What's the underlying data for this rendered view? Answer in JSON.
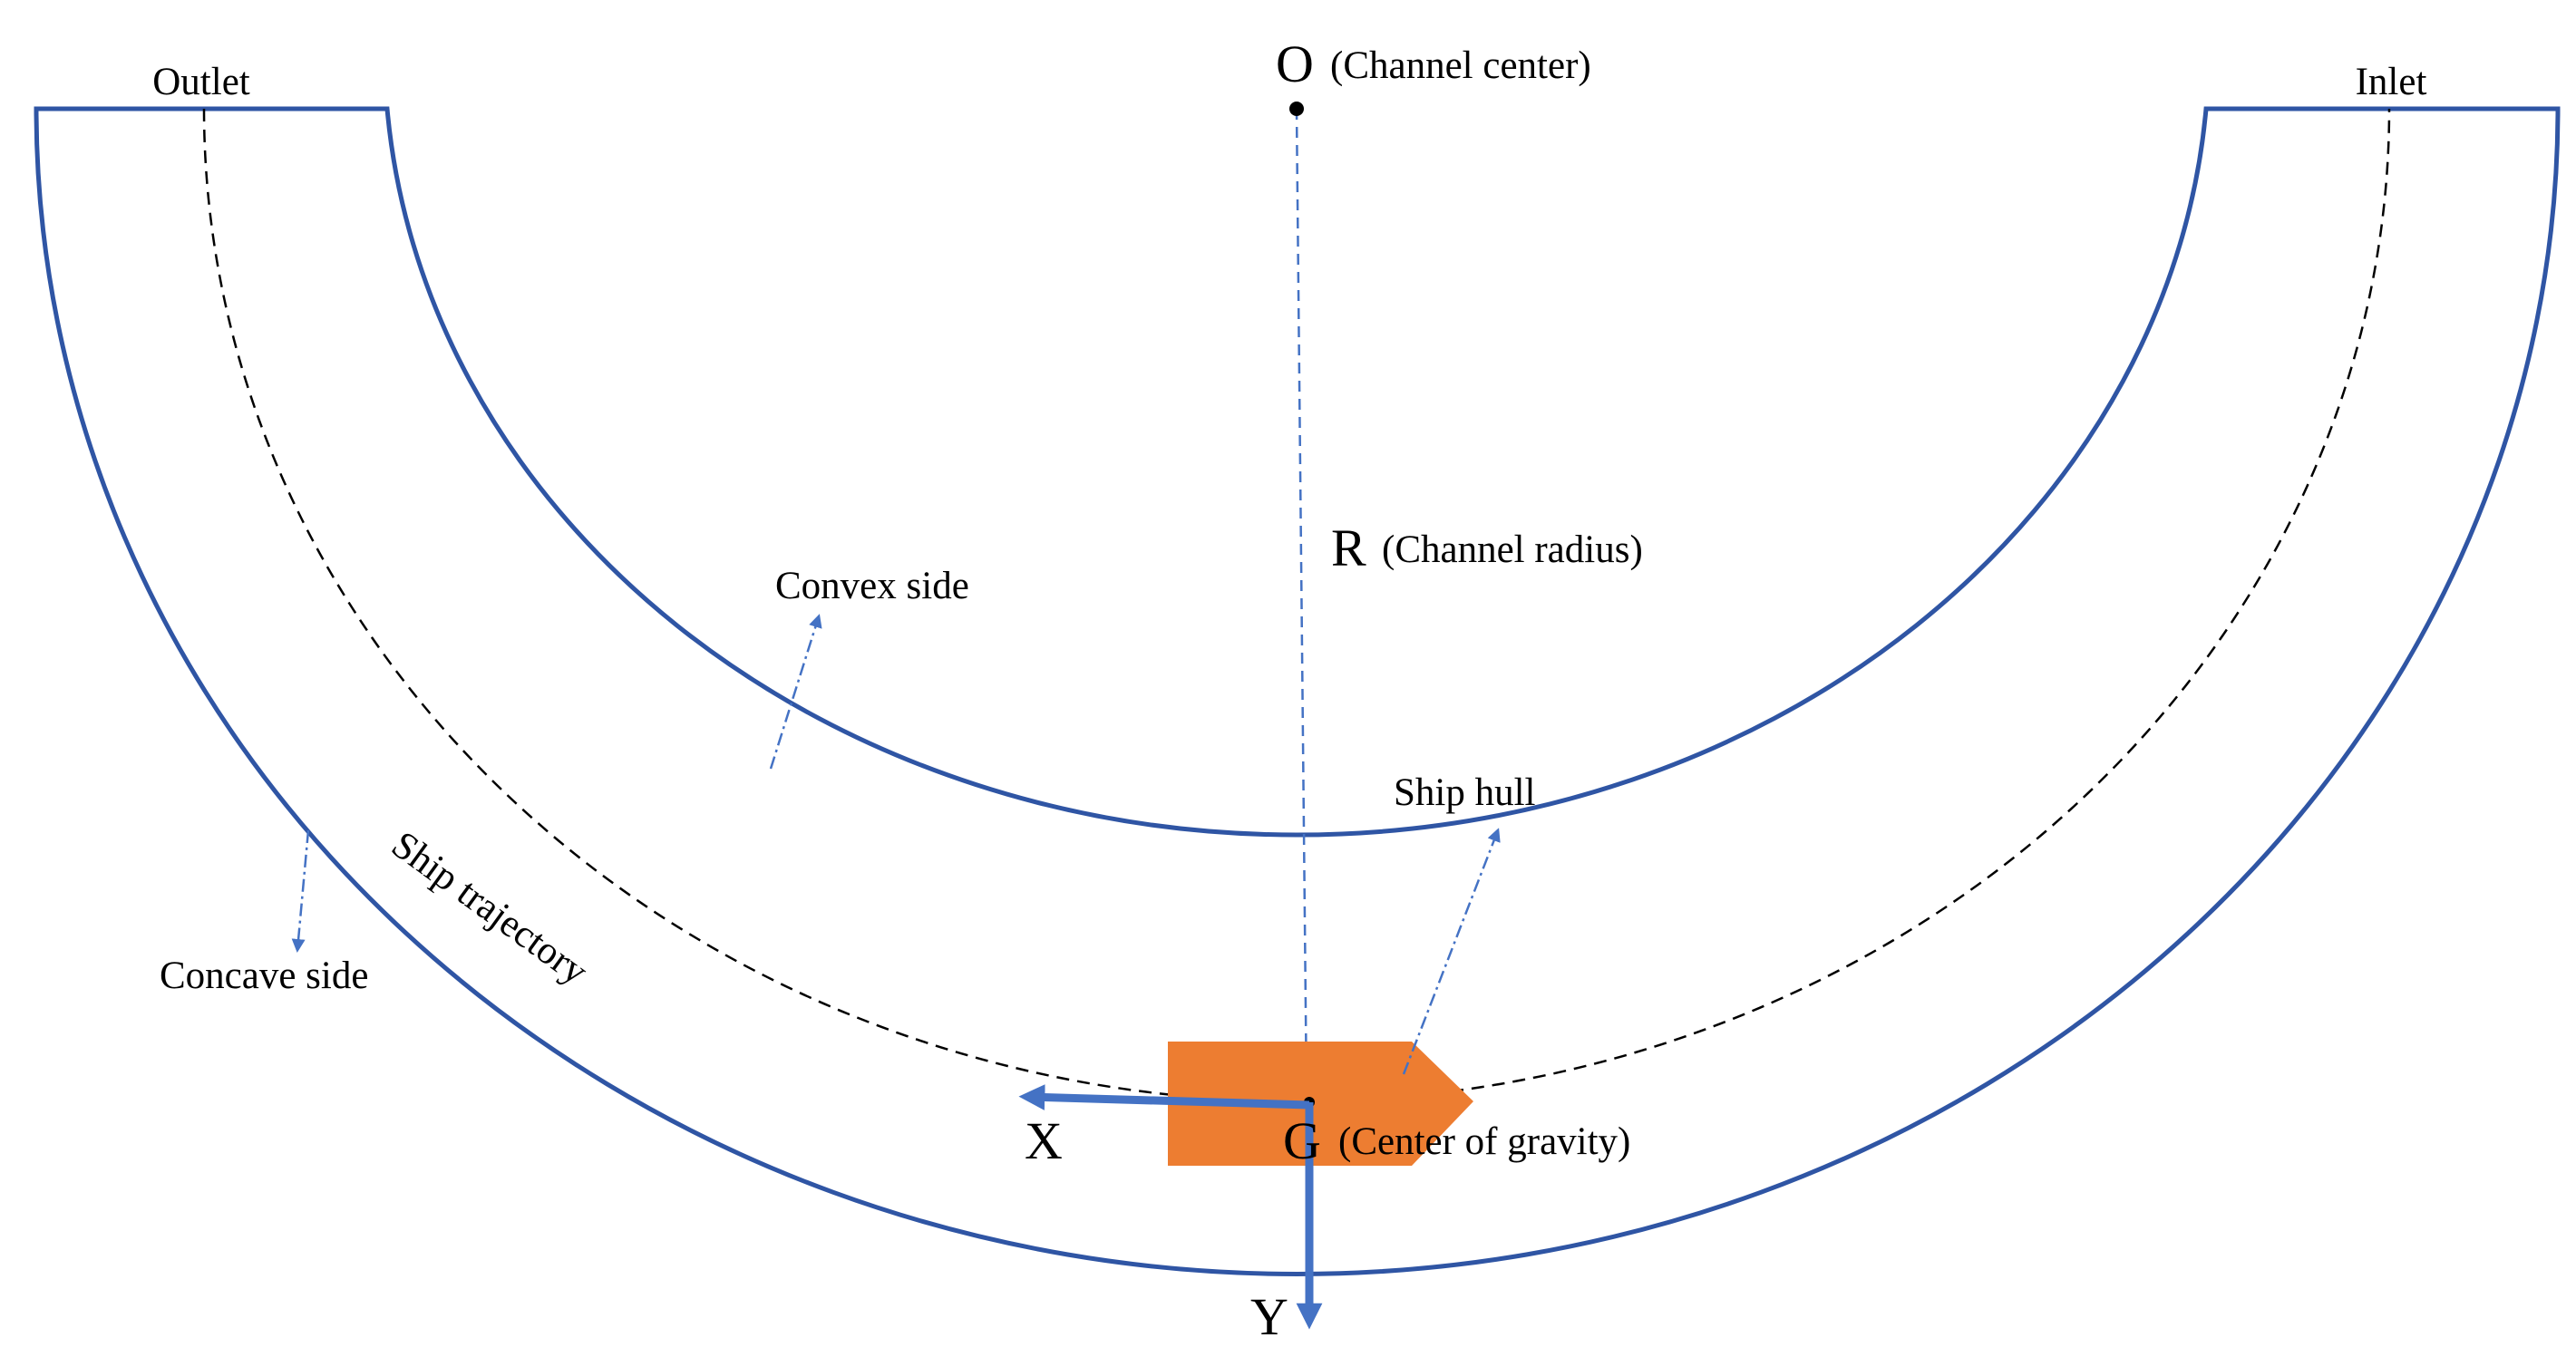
{
  "labels": {
    "outlet": "Outlet",
    "inlet": "Inlet",
    "center_symbol": "O",
    "center_desc": "(Channel center)",
    "radius_symbol": "R",
    "radius_desc": "(Channel radius)",
    "convex_side": "Convex side",
    "concave_side": "Concave side",
    "ship_trajectory": "Ship trajectory",
    "ship_hull": "Ship hull",
    "cog_symbol": "G",
    "cog_desc": "(Center of gravity)",
    "x_axis": "X",
    "y_axis": "Y"
  },
  "colors": {
    "channel_outline": "#2f55a4",
    "axis_arrows": "#4472c4",
    "ship_hull_fill": "#ed7d31",
    "leader_lines": "#4472c4",
    "trajectory": "#000000",
    "text": "#000000"
  }
}
